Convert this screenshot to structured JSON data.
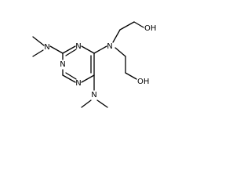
{
  "molecule": {
    "atoms": {
      "ring_n_top": "N",
      "ring_n_left": "N",
      "ring_n_bottom": "N",
      "amine_left": "N",
      "amine_bottom": "N",
      "amine_right": "N",
      "hydroxyl_upper": "OH",
      "hydroxyl_lower": "OH"
    },
    "colors": {
      "bond": "#000000",
      "label": "#000000",
      "background": "#ffffff"
    }
  }
}
